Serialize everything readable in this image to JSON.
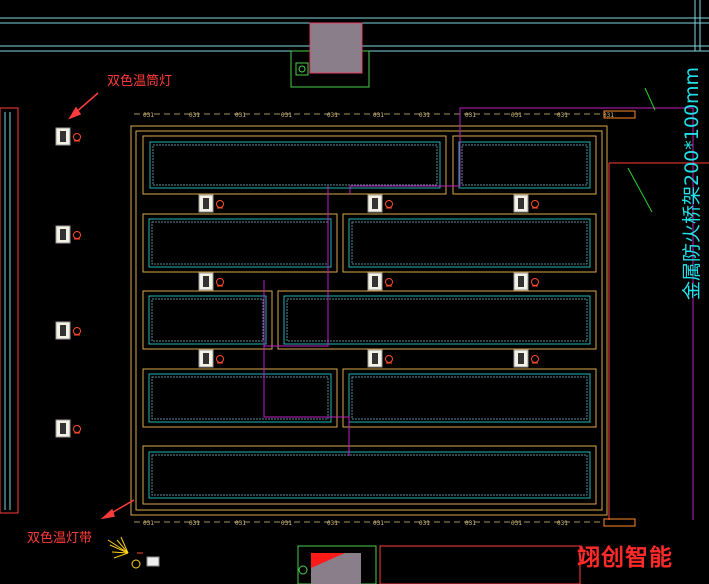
{
  "annotations": {
    "downlight_label": "双色温筒灯",
    "strip_label": "双色温灯带",
    "cable_tray_label": "金属防火桥架200*100mm"
  },
  "brand": "翊创智能",
  "dimension_ticks": {
    "top": [
      "031",
      "031",
      "031",
      "031",
      "031",
      "031",
      "031",
      "031",
      "031",
      "031",
      "031"
    ],
    "bottom": [
      "031",
      "031",
      "031",
      "031",
      "031",
      "031",
      "031",
      "031",
      "031",
      "031"
    ]
  },
  "colors": {
    "annotation": "#ff3b3b",
    "frame": "#d8a84a",
    "inner": "#22b5b5",
    "wire": "#c020c0",
    "wall": "#7fd6e0",
    "fixture_ring": "#ff4a2a",
    "tray_label": "#22e0e8"
  },
  "icons": {
    "downlight": "downlight-fixture-icon",
    "strip": "light-strip-icon",
    "arrow": "annotation-arrow-icon"
  }
}
